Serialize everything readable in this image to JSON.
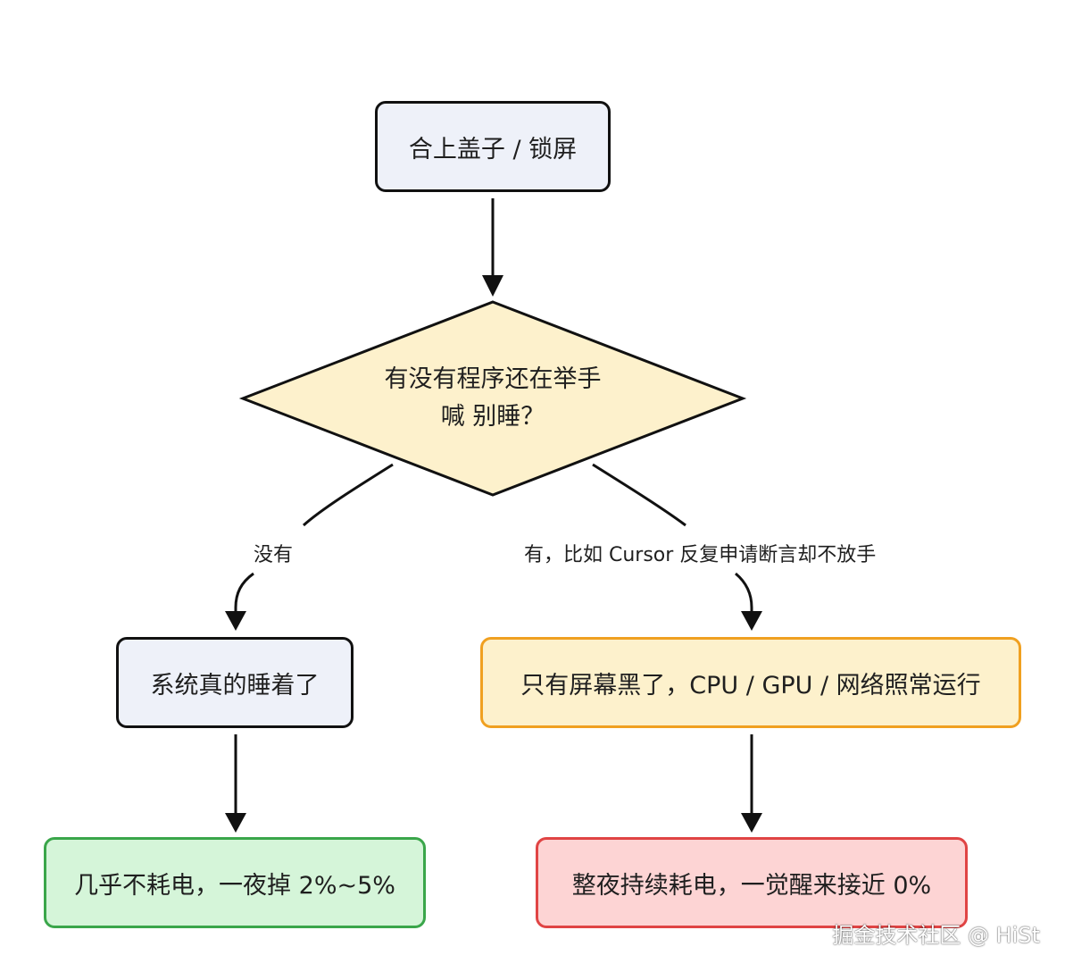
{
  "colors": {
    "neutral_fill": "#eef1f9",
    "neutral_stroke": "#111111",
    "decision_fill": "#fdf1cc",
    "warning_fill": "#fdf1cc",
    "warning_stroke": "#f0a020",
    "good_fill": "#d5f5d9",
    "good_stroke": "#3aa64a",
    "bad_fill": "#fdd4d4",
    "bad_stroke": "#e04444",
    "edge": "#111111"
  },
  "nodes": {
    "start": "合上盖子 / 锁屏",
    "decision_line1": "有没有程序还在举手",
    "decision_line2": "喊 别睡？",
    "sleep": "系统真的睡着了",
    "awake": "只有屏幕黑了，CPU / GPU / 网络照常运行",
    "low_drain": "几乎不耗电，一夜掉 2%~5%",
    "high_drain": "整夜持续耗电，一觉醒来接近 0%"
  },
  "edges": {
    "no_label": "没有",
    "yes_label": "有，比如 Cursor 反复申请断言却不放手"
  },
  "watermark": "掘金技术社区 @ HiSt"
}
